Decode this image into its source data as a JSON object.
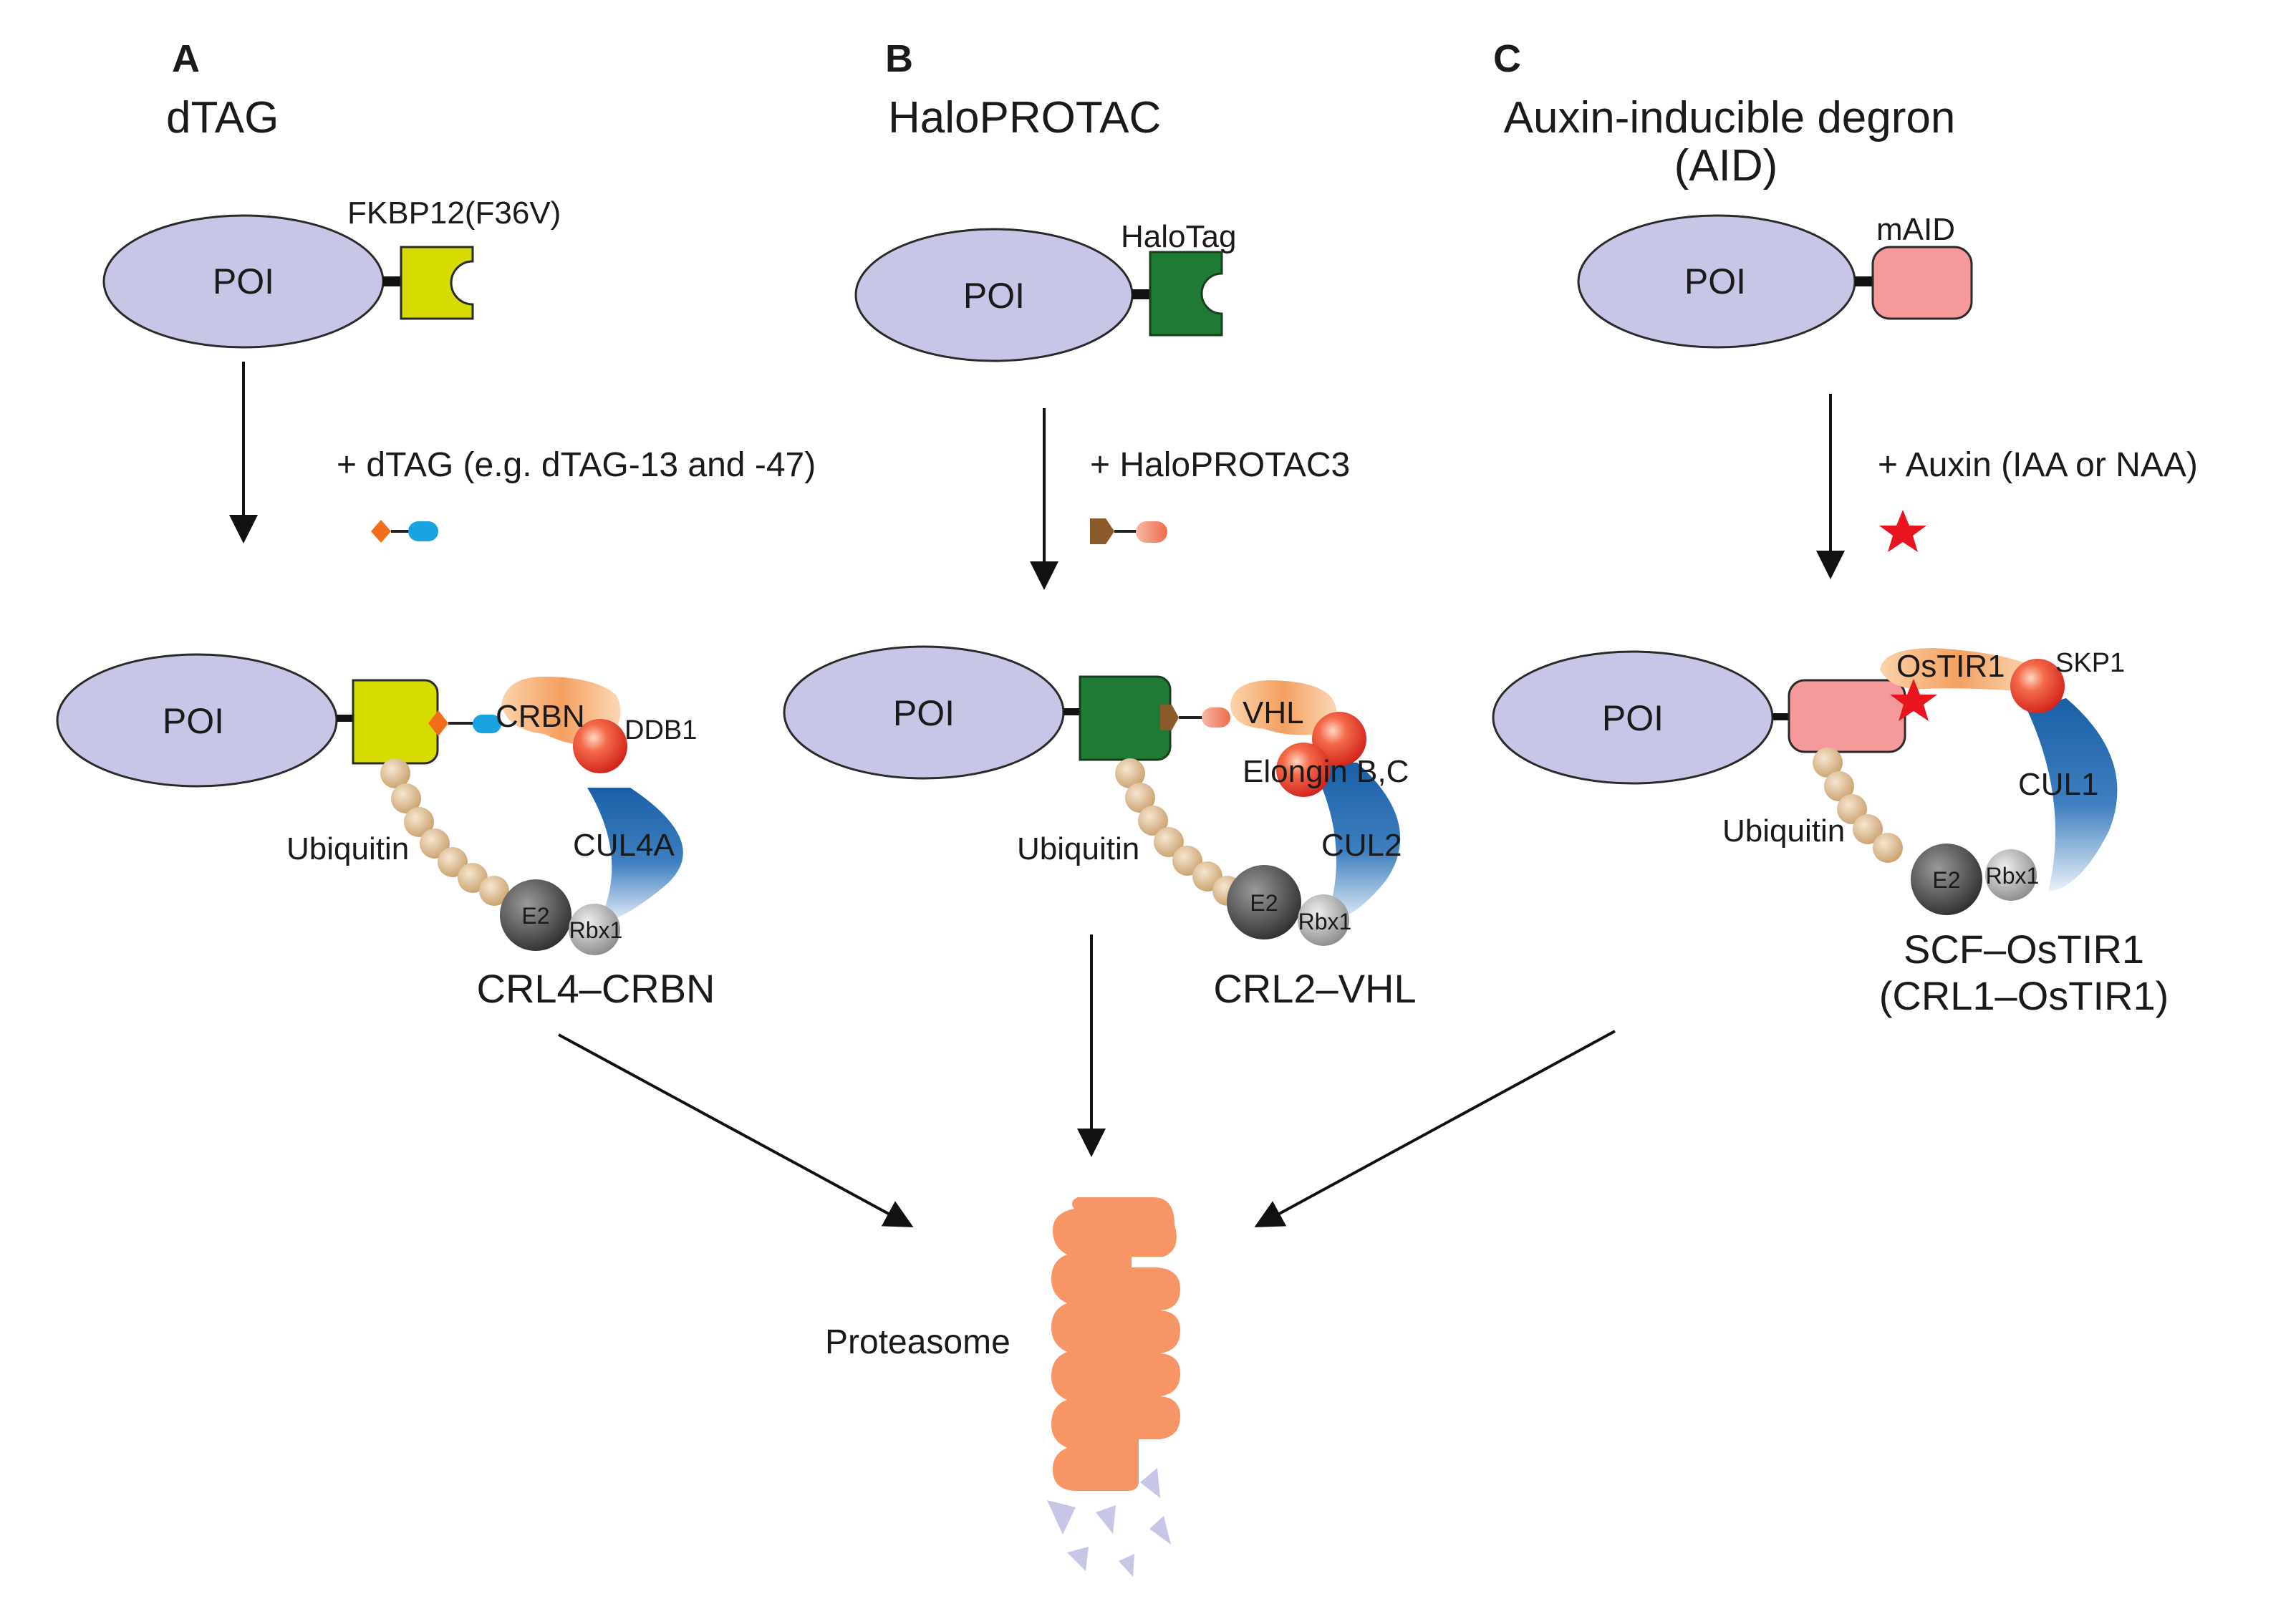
{
  "panels": [
    {
      "letter": "A",
      "title": "dTAG",
      "tag_label": "FKBP12(F36V)",
      "treatment": "+ dTAG (e.g. dTAG-13 and -47)",
      "poi": "POI",
      "adaptor": "CRBN",
      "linker": "DDB1",
      "cullin": "CUL4A",
      "ubiquitin": "Ubiquitin",
      "e2": "E2",
      "rbx": "Rbx1",
      "complex": "CRL4–CRBN",
      "colors": {
        "tag": "#d7dc00",
        "molecule_a": "#f26c1a",
        "molecule_b": "#1aa3e0"
      }
    },
    {
      "letter": "B",
      "title": "HaloPROTAC",
      "tag_label": "HaloTag",
      "treatment": "+ HaloPROTAC3",
      "poi": "POI",
      "adaptor": "VHL",
      "linker": "Elongin B,C",
      "cullin": "CUL2",
      "ubiquitin": "Ubiquitin",
      "e2": "E2",
      "rbx": "Rbx1",
      "complex": "CRL2–VHL",
      "colors": {
        "tag": "#1e7a34",
        "molecule_a": "#8b5a2b",
        "molecule_b": "#f4a090"
      }
    },
    {
      "letter": "C",
      "title_line1": "Auxin-inducible degron",
      "title_line2": "(AID)",
      "tag_label": "mAID",
      "treatment": "+ Auxin (IAA or NAA)",
      "poi": "POI",
      "adaptor": "OsTIR1",
      "linker": "SKP1",
      "cullin": "CUL1",
      "ubiquitin": "Ubiquitin",
      "e2": "E2",
      "rbx": "Rbx1",
      "complex_line1": "SCF–OsTIR1",
      "complex_line2": "(CRL1–OsTIR1)",
      "colors": {
        "tag": "#f6999a",
        "auxin": "#e8141e"
      }
    }
  ],
  "proteasome": {
    "label": "Proteasome",
    "color": "#f79566",
    "fragments_color": "#c8c6e6"
  },
  "colors": {
    "poi": "#c8c6e6",
    "cullin": "#1a6aae",
    "ring": "#e84a2a",
    "adaptor": "#f4a86a",
    "ubiquitin": "#d7b98f"
  }
}
